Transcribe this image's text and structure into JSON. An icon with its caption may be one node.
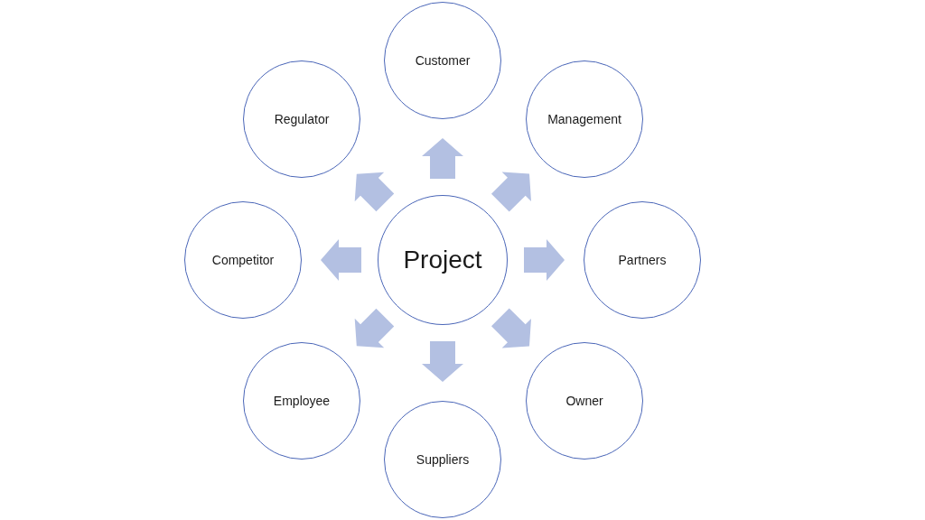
{
  "diagram": {
    "nodes": [
      {
        "text": [
          "Customer"
        ]
      },
      {
        "text": [
          "Regulator"
        ]
      },
      {
        "text": [
          "Management"
        ]
      },
      {
        "text": [
          "Competitor"
        ]
      },
      {
        "text": [
          "Project"
        ]
      },
      {
        "text": [
          "Partners"
        ]
      },
      {
        "text": [
          "Employee"
        ]
      },
      {
        "text": [
          "Owner"
        ]
      },
      {
        "text": [
          "Suppliers"
        ]
      }
    ],
    "edges": [
      {
        "from": 4,
        "to": 0,
        "arrow": "to"
      },
      {
        "from": 4,
        "to": 2,
        "arrow": "to"
      },
      {
        "from": 4,
        "to": 5,
        "arrow": "to"
      },
      {
        "from": 4,
        "to": 7,
        "arrow": "to"
      },
      {
        "from": 4,
        "to": 8,
        "arrow": "to"
      },
      {
        "from": 4,
        "to": 6,
        "arrow": "to"
      },
      {
        "from": 4,
        "to": 3,
        "arrow": "to"
      },
      {
        "from": 4,
        "to": 1,
        "arrow": "to"
      }
    ]
  }
}
